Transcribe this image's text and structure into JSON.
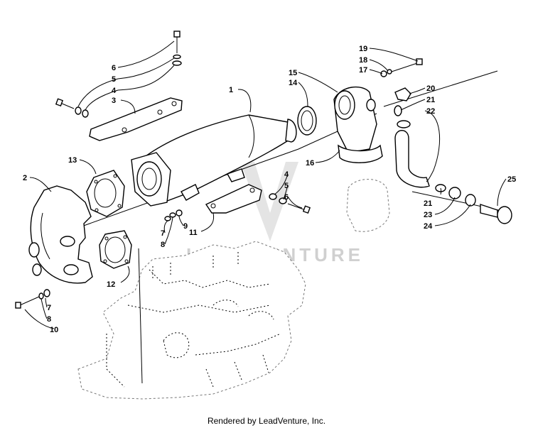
{
  "watermark": {
    "text": "LEADVENTURE"
  },
  "footer": {
    "text": "Rendered by LeadVenture, Inc."
  },
  "callouts": {
    "c1": "1",
    "c2": "2",
    "c3": "3",
    "c4a": "4",
    "c5a": "5",
    "c6a": "6",
    "c4b": "4",
    "c5b": "5",
    "c6b": "6",
    "c7a": "7",
    "c8a": "8",
    "c9": "9",
    "c7b": "7",
    "c8b": "8",
    "c10": "10",
    "c11": "11",
    "c12": "12",
    "c13": "13",
    "c14": "14",
    "c15": "15",
    "c16": "16",
    "c17": "17",
    "c18": "18",
    "c19": "19",
    "c20": "20",
    "c21a": "21",
    "c22": "22",
    "c21b": "21",
    "c23": "23",
    "c24": "24",
    "c25": "25"
  }
}
